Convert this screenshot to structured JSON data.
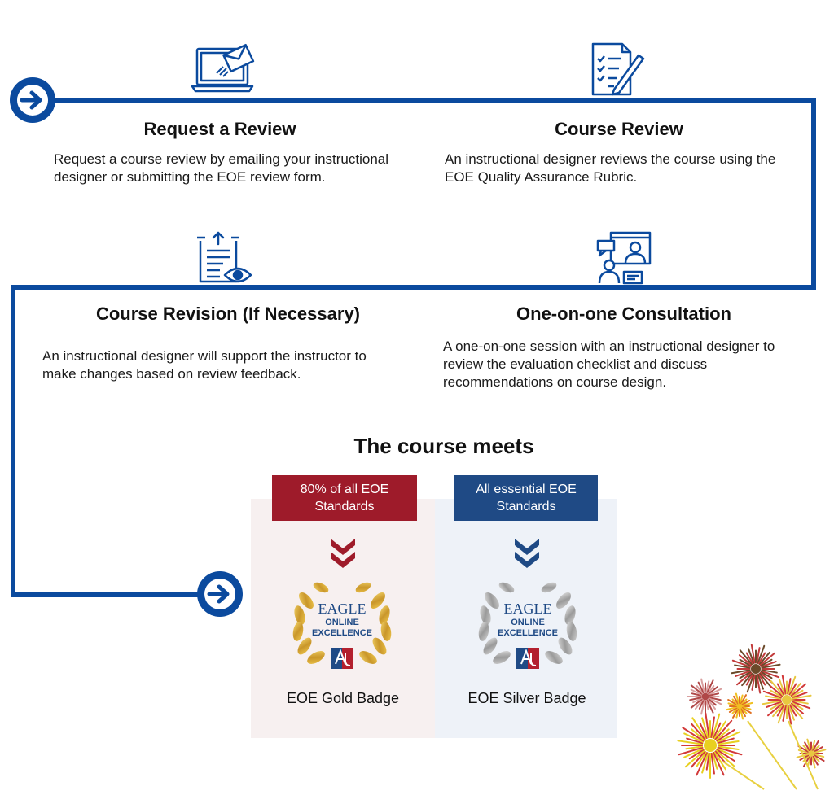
{
  "colors": {
    "path_blue": "#0b4a9e",
    "gold_tag": "#9e1b2a",
    "silver_tag": "#1f4a85",
    "gold_panel": "#f7f0f0",
    "silver_panel": "#eef2f8"
  },
  "steps": [
    {
      "title": "Request a Review",
      "desc": "Request a course review by emailing your instructional designer or submitting the EOE review form.",
      "icon": "laptop-email-icon"
    },
    {
      "title": "Course Review",
      "desc": "An instructional designer reviews the course using the EOE Quality Assurance Rubric.",
      "icon": "checklist-pen-icon"
    },
    {
      "title": "Course Revision (If Necessary)",
      "desc": "An instructional designer will support the instructor to make changes based on review feedback.",
      "icon": "document-eye-icon"
    },
    {
      "title": "One-on-one Consultation",
      "desc": "A one-on-one session with an instructional designer to review the evaluation checklist and discuss recommendations on course design.",
      "icon": "video-meeting-icon"
    }
  ],
  "outcome": {
    "heading": "The course meets",
    "gold": {
      "tag": "80% of all EOE Standards",
      "label": "EOE Gold Badge"
    },
    "silver": {
      "tag": "All essential EOE Standards",
      "label": "EOE Silver Badge"
    },
    "badge_text": {
      "line1": "EAGLE",
      "line2": "ONLINE",
      "line3": "EXCELLENCE"
    }
  }
}
